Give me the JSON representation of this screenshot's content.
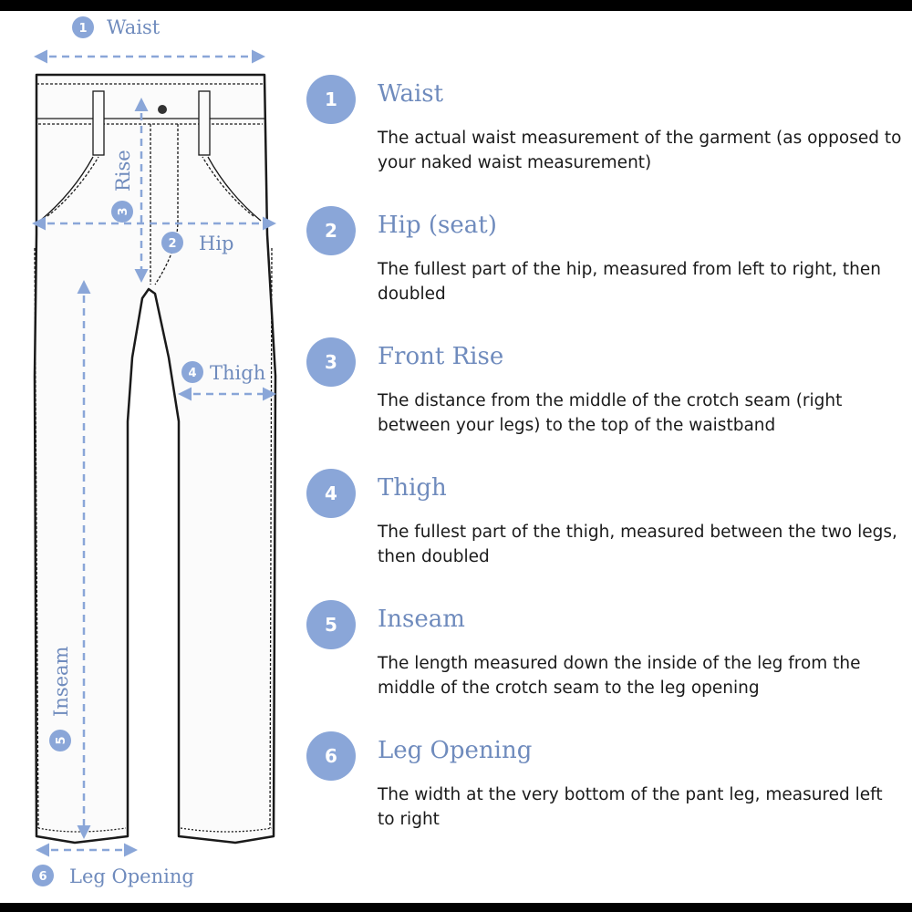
{
  "diagram_labels": {
    "waist": {
      "num": "1",
      "text": "Waist"
    },
    "rise": {
      "num": "3",
      "text": "Rise"
    },
    "hip": {
      "num": "2",
      "text": "Hip"
    },
    "thigh": {
      "num": "4",
      "text": "Thigh"
    },
    "inseam": {
      "num": "5",
      "text": "Inseam"
    },
    "leg_opening": {
      "num": "6",
      "text": "Leg Opening"
    }
  },
  "items": [
    {
      "num": "1",
      "title": "Waist",
      "desc": "The actual waist measurement of the garment (as opposed to your naked waist measurement)"
    },
    {
      "num": "2",
      "title": "Hip (seat)",
      "desc": "The fullest part of the hip, measured from left to right, then doubled"
    },
    {
      "num": "3",
      "title": "Front Rise",
      "desc": "The distance from the middle of the crotch seam (right between your legs) to the top of the waistband"
    },
    {
      "num": "4",
      "title": "Thigh",
      "desc": "The fullest part of the thigh, measured between the two legs, then doubled"
    },
    {
      "num": "5",
      "title": "Inseam",
      "desc": "The length measured down the inside of the leg from the middle of the crotch seam to the leg opening"
    },
    {
      "num": "6",
      "title": "Leg Opening",
      "desc": "The width at the very bottom of the pant leg, measured left to right"
    }
  ],
  "colors": {
    "accent": "#8aa6d8",
    "title": "#6f8bbd",
    "outline": "#1a1a1a",
    "text": "#1a1a1a"
  }
}
